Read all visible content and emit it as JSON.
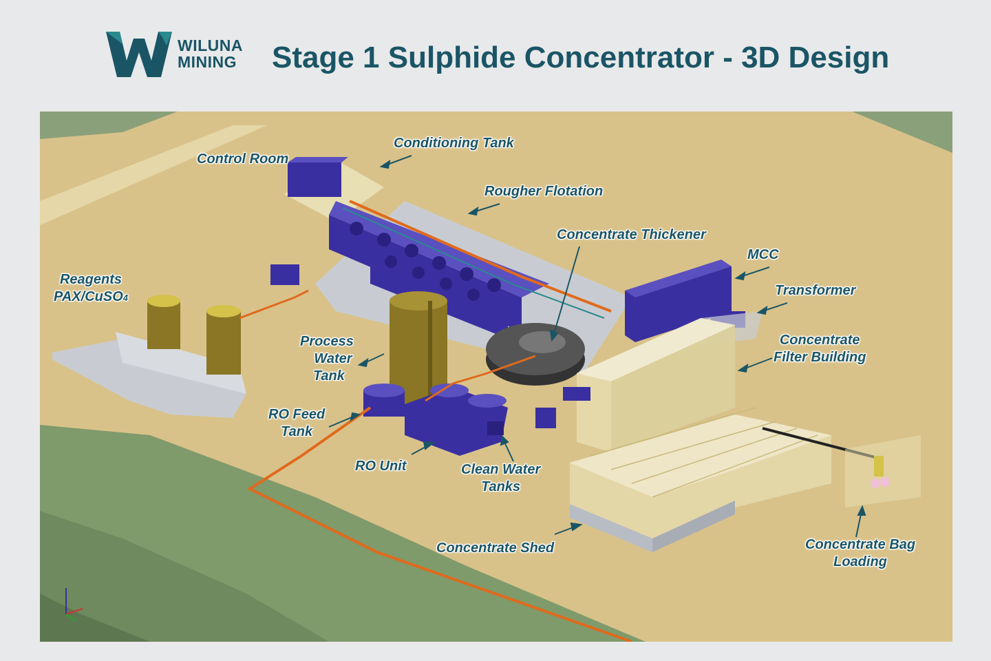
{
  "brand": {
    "name_line1": "WILUNA",
    "name_line2": "MINING",
    "colors": {
      "teal": "#1a5566",
      "teal_light": "#2a8a8e"
    }
  },
  "title": "Stage 1 Sulphide Concentrator - 3D Design",
  "labels": {
    "conditioning_tank": "Conditioning Tank",
    "control_room": "Control Room",
    "rougher_flotation": "Rougher Flotation",
    "concentrate_thickener": "Concentrate Thickener",
    "mcc": "MCC",
    "transformer": "Transformer",
    "reagents_line1": "Reagents",
    "reagents_line2": "PAX/CuSO",
    "reagents_subscript": "4",
    "process_water_line1": "Process",
    "process_water_line2": "Water",
    "process_water_line3": "Tank",
    "filter_building_line1": "Concentrate",
    "filter_building_line2": "Filter Building",
    "ro_feed_line1": "RO Feed",
    "ro_feed_line2": "Tank",
    "ro_unit": "RO Unit",
    "clean_water_line1": "Clean Water",
    "clean_water_line2": "Tanks",
    "concentrate_shed": "Concentrate Shed",
    "bag_loading_line1": "Concentrate Bag",
    "bag_loading_line2": "Loading"
  },
  "icons": {
    "logo": "wiluna-w-logo-icon",
    "axis": "axis-triad-icon"
  },
  "colors": {
    "ground": "#d9c28a",
    "terrain": "#7f9a6b",
    "equipment": "#3a2fa0",
    "piping": "#e06a1c",
    "tank_brown": "#8a7624",
    "structure": "#e8e0b4",
    "concrete": "#c8ccd2"
  }
}
